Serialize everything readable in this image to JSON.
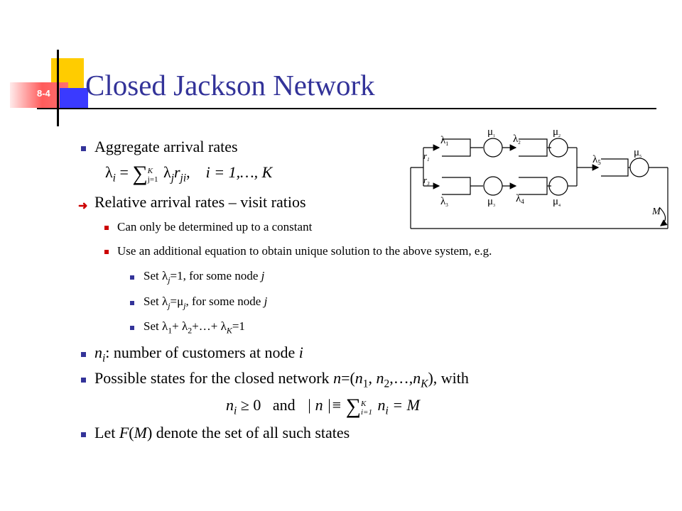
{
  "slide": {
    "number": "8-4",
    "title": "Closed Jackson Network"
  },
  "bullets": {
    "aggregate": "Aggregate arrival rates",
    "relative": "Relative arrival rates – visit ratios",
    "constant": "Can only be determined up to a constant",
    "additional": "Use an additional equation to obtain unique solution to the above system, e.g.",
    "set1_pre": "Set λ",
    "set1_sub": "j",
    "set1_post": "=1, for some node ",
    "set1_j": "j",
    "set2_pre": "Set λ",
    "set2_sub": "j",
    "set2_mid": "=μ",
    "set2_sub2": "j",
    "set2_post": ", for some node ",
    "set2_j": "j",
    "set3_a": "Set λ",
    "set3_s1": "1",
    "set3_b": "+ λ",
    "set3_s2": "2",
    "set3_c": "+…+ λ",
    "set3_sK": "K",
    "set3_d": "=1",
    "ni_n": "n",
    "ni_i": "i",
    "ni_text": ": number of customers at node ",
    "ni_node": "i",
    "states_pre": "Possible states for the closed network ",
    "states_n": "n",
    "states_eq": "=(",
    "states_n1": "n",
    "states_s1": "1",
    "states_comma1": ", ",
    "states_n2": "n",
    "states_s2": "2",
    "states_dots": ",…,",
    "states_nK": "n",
    "states_sK": "K",
    "states_post": "), with",
    "letF_pre": "Let ",
    "letF_F": "F",
    "letF_paren": "(",
    "letF_M": "M",
    "letF_paren2": ")",
    "letF_post": " denote the set of all such states"
  },
  "equations": {
    "eq1_lhs": "λ",
    "eq1_lhs_sub": "i",
    "eq1_equals": "=",
    "eq1_sum": "∑",
    "eq1_top": "K",
    "eq1_bottom": "j=1",
    "eq1_term": "λ",
    "eq1_term_sub": "j",
    "eq1_r": "r",
    "eq1_r_sub": "ji",
    "eq1_comma": ",",
    "eq1_range": "i = 1,…, K",
    "eq2_n": "n",
    "eq2_n_sub": "i",
    "eq2_geq": "≥ 0",
    "eq2_and": "and",
    "eq2_abs": "| n |≡",
    "eq2_sum": "∑",
    "eq2_top": "K",
    "eq2_bottom": "i=1",
    "eq2_n2": "n",
    "eq2_n2_sub": "i",
    "eq2_rhs": "= M"
  },
  "diagram": {
    "lambda": "λ",
    "mu": "μ",
    "r": "r",
    "sub1": "1",
    "sub2": "2",
    "sub3": "3",
    "sub4": "4",
    "sub5": "5",
    "subr1": "1",
    "subr3": "3",
    "M": "M"
  },
  "colors": {
    "title": "#333399",
    "yellow": "#ffcc00",
    "red": "#ff5c5c",
    "blue": "#3a3aff",
    "bullet_blue": "#333399",
    "bullet_red": "#cc0000"
  }
}
